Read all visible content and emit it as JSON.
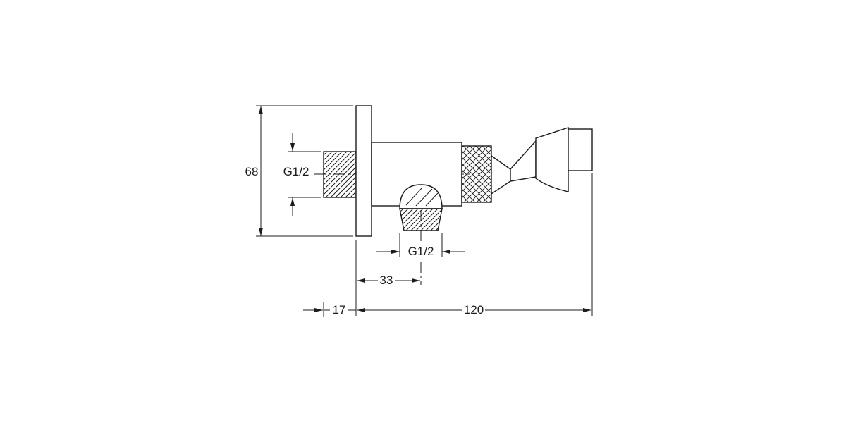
{
  "page": {
    "background": "#ffffff",
    "line_color": "#1c1c1c"
  },
  "drawing": {
    "kind": "technical-dimension-drawing",
    "subject": "wall-mounted angle valve with hand-shower holder, side view",
    "labels": {
      "flange_height": "68",
      "inlet_thread": "G1/2",
      "outlet_thread": "G1/2",
      "outlet_center_offset": "33",
      "inlet_length": "17",
      "total_projection": "120"
    }
  }
}
